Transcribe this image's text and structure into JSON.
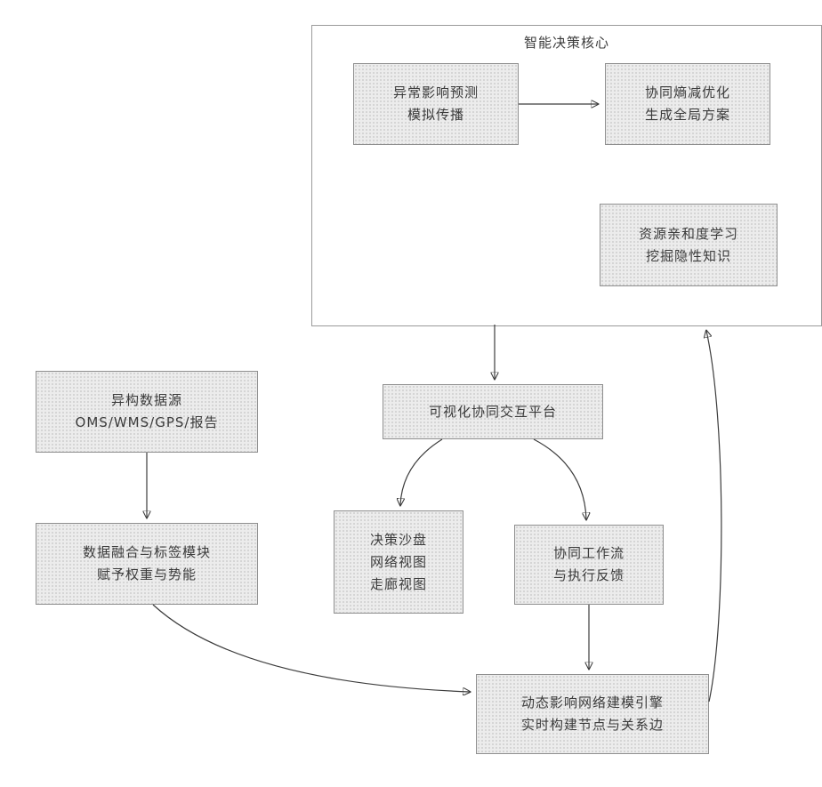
{
  "colors": {
    "box_fill": "#ececec",
    "box_border": "#8f8f8f",
    "container_border": "#9a9a9a",
    "arrow": "#3c3c3c",
    "text": "#3b3b3b"
  },
  "core": {
    "title": "智能决策核心",
    "anomaly": {
      "lines": [
        "异常影响预测",
        "模拟传播"
      ]
    },
    "entropy": {
      "lines": [
        "协同熵减优化",
        "生成全局方案"
      ]
    },
    "affinity": {
      "lines": [
        "资源亲和度学习",
        "挖掘隐性知识"
      ]
    }
  },
  "nodes": {
    "data_source": {
      "lines": [
        "异构数据源",
        "OMS/WMS/GPS/报告"
      ]
    },
    "fusion": {
      "lines": [
        "数据融合与标签模块",
        "赋予权重与势能"
      ]
    },
    "platform": {
      "lines": [
        "可视化协同交互平台"
      ]
    },
    "sandbox": {
      "lines": [
        "决策沙盘",
        "网络视图",
        "走廊视图"
      ]
    },
    "workflow": {
      "lines": [
        "协同工作流",
        "与执行反馈"
      ]
    },
    "engine": {
      "lines": [
        "动态影响网络建模引擎",
        "实时构建节点与关系边"
      ]
    }
  }
}
